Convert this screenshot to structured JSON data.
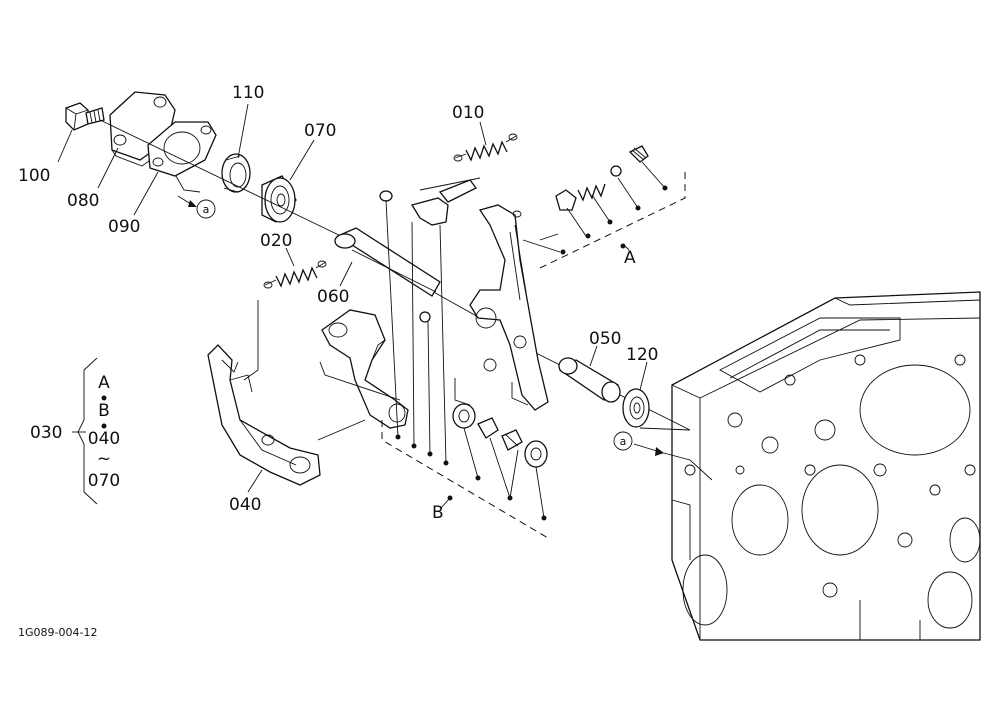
{
  "parts": {
    "p100": "100",
    "p080": "080",
    "p090": "090",
    "p110": "110",
    "p070": "070",
    "p010": "010",
    "p020": "020",
    "p060": "060",
    "p040": "040",
    "p050": "050",
    "p120": "120",
    "p030": "030"
  },
  "group_labels": {
    "a_marker": "a",
    "group_a": "A",
    "group_b": "B"
  },
  "assembly_030": {
    "line1": "A",
    "line2": "B",
    "line3": "040",
    "line4": "~",
    "line5": "070"
  },
  "drawing_code": "1G089-004-12"
}
